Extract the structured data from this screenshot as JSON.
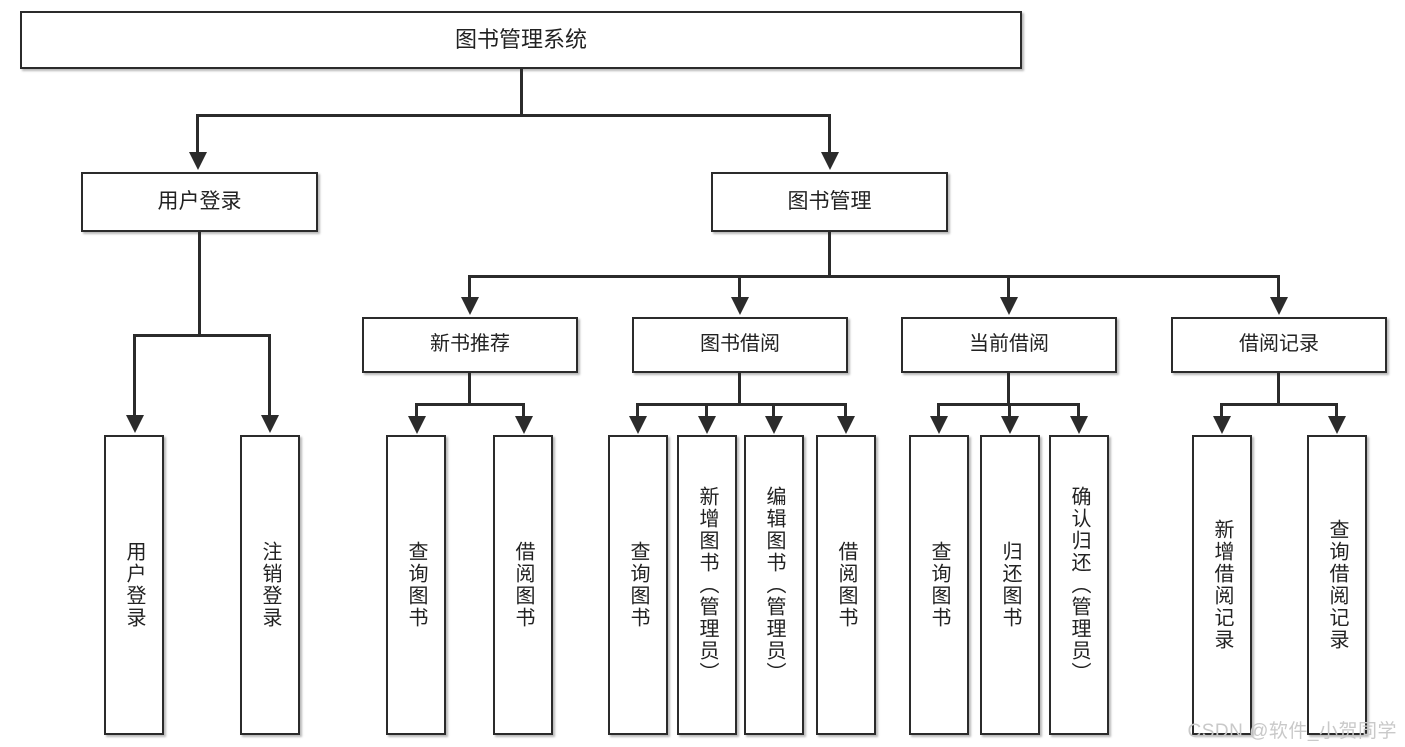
{
  "diagram": {
    "type": "hierarchy-tree",
    "title": "图书管理系统",
    "watermark": "CSDN @软件_小贺同学",
    "colors": {
      "box_border": "#2b2b2b",
      "box_fill": "#ffffff",
      "connector": "#2b2b2b",
      "text": "#222222",
      "watermark": "#c9c9c9"
    },
    "root": {
      "label": "图书管理系统"
    },
    "level2": [
      {
        "label": "用户登录"
      },
      {
        "label": "图书管理"
      }
    ],
    "level3": [
      {
        "label": "新书推荐"
      },
      {
        "label": "图书借阅"
      },
      {
        "label": "当前借阅"
      },
      {
        "label": "借阅记录"
      }
    ],
    "leaves": {
      "user_login": [
        {
          "label": "用户登录"
        },
        {
          "label": "注销登录"
        }
      ],
      "new_book": [
        {
          "label": "查询图书"
        },
        {
          "label": "借阅图书"
        }
      ],
      "book_borrow": [
        {
          "label": "查询图书"
        },
        {
          "label": "新增图书（管理员）"
        },
        {
          "label": "编辑图书（管理员）"
        },
        {
          "label": "借阅图书"
        }
      ],
      "current_borrow": [
        {
          "label": "查询图书"
        },
        {
          "label": "归还图书"
        },
        {
          "label": "确认归还（管理员）"
        }
      ],
      "borrow_record": [
        {
          "label": "新增借阅记录"
        },
        {
          "label": "查询借阅记录"
        }
      ]
    }
  }
}
